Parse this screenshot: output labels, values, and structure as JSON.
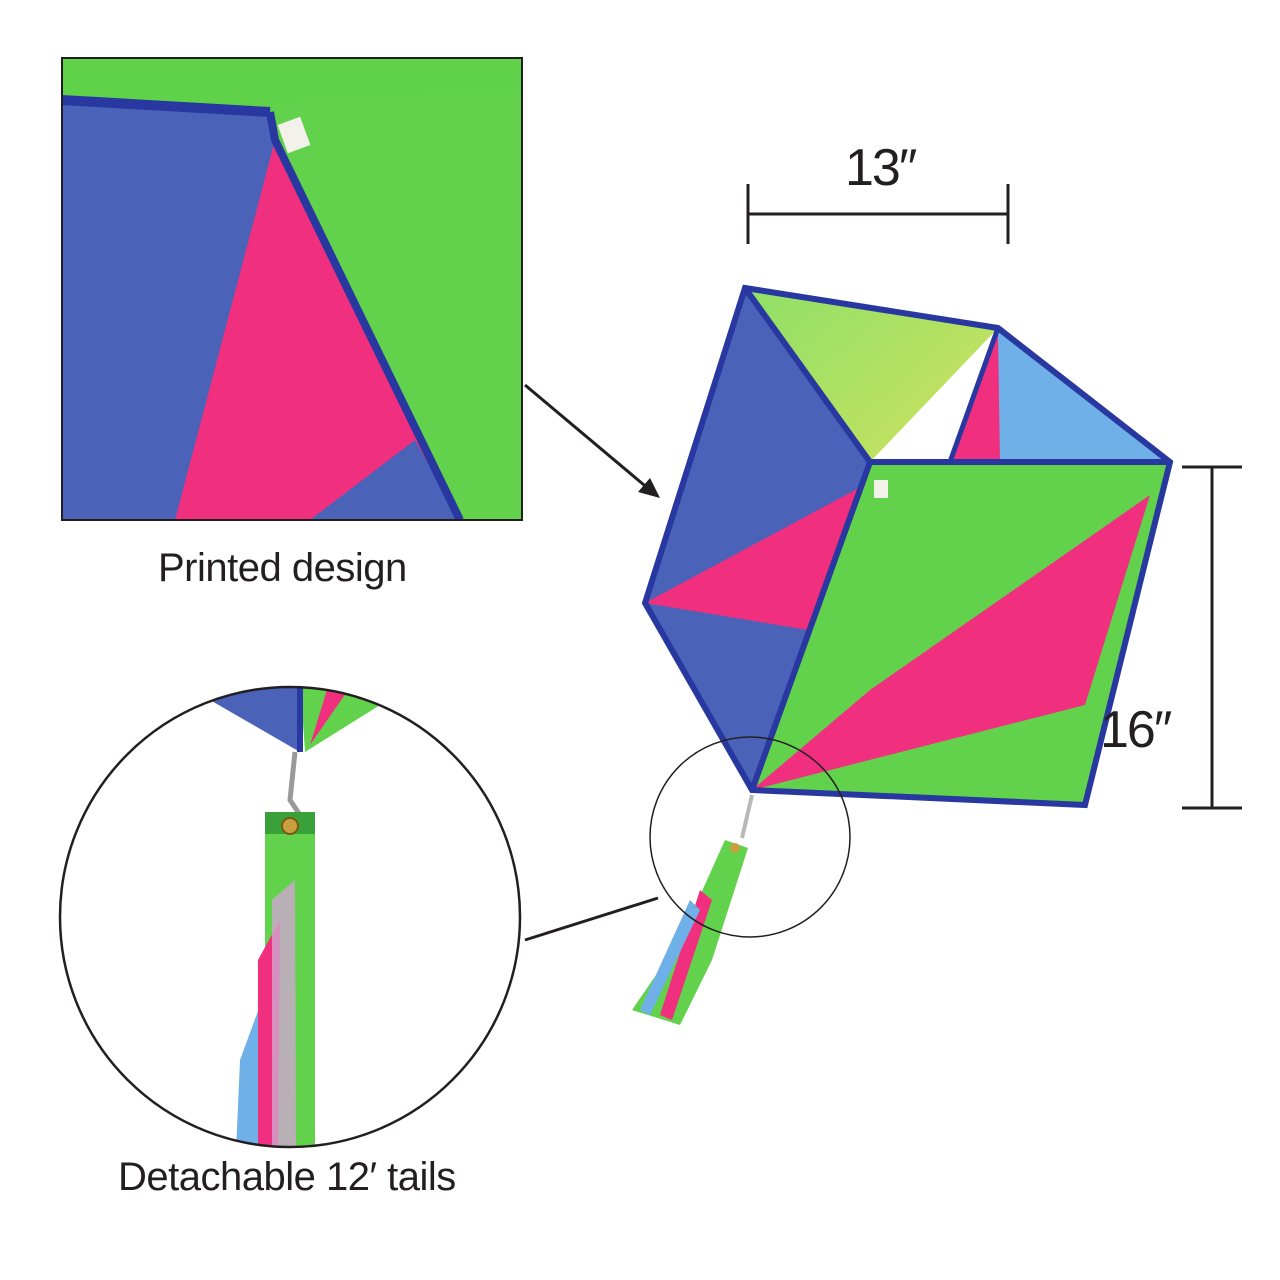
{
  "captions": {
    "printed_design": "Printed design",
    "tails": "Detachable 12′ tails"
  },
  "dimensions": {
    "width": "13″",
    "height": "16″"
  },
  "colors": {
    "blue": "#4a62b8",
    "green": "#5fd24a",
    "pink": "#f0307e",
    "light_blue": "#6fb0e8",
    "frame_blue": "#2838a0",
    "line": "#231f20"
  }
}
